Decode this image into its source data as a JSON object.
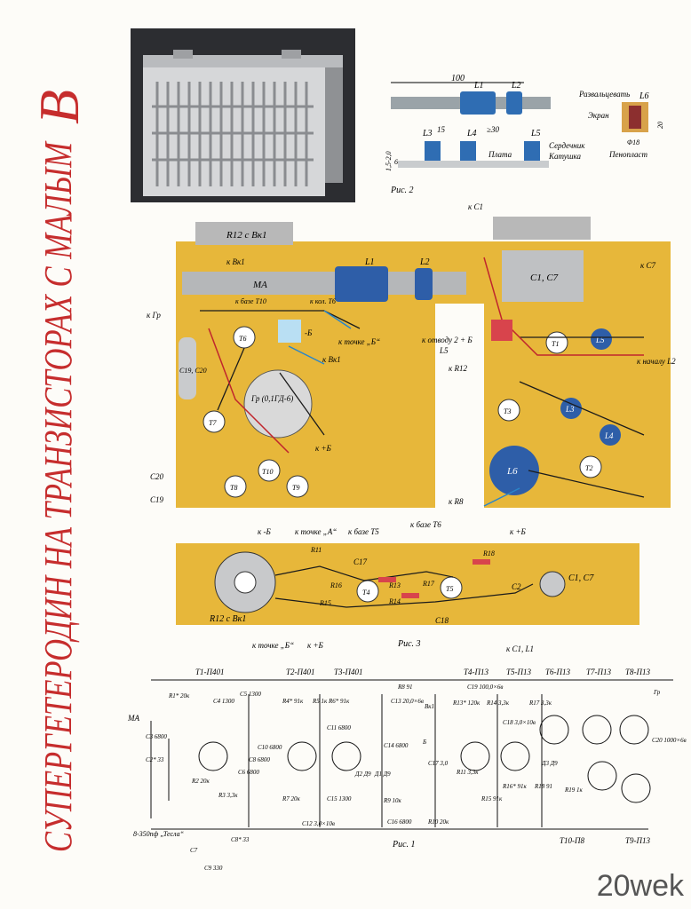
{
  "title": {
    "main": "СУПЕРГЕТЕРОДИН НА ТРАНЗИСТОРАХ С МАЛЫМ",
    "letter": "В"
  },
  "figures": {
    "fig1": "Рис. 1",
    "fig2": "Рис. 2",
    "fig3": "Рис. 3"
  },
  "fig2": {
    "dims": [
      "100",
      "15",
      "≥30",
      "1,5-2,0",
      "6",
      "20",
      "Φ18"
    ],
    "coils": [
      "L1",
      "L2",
      "L3",
      "L4",
      "L5",
      "L6"
    ],
    "labels": [
      "Сердечник",
      "Катушка",
      "Плата",
      "Развальцевать",
      "Экран",
      "Пенопласт"
    ]
  },
  "board1": {
    "parts": [
      "R12 с Вк1",
      "MA",
      "L1",
      "L2",
      "C1, C7",
      "C19, C20",
      "Гр (0,1ГД-6)",
      "L6",
      "L3",
      "L4",
      "L5",
      "Т1",
      "Т2",
      "Т3",
      "Т6",
      "Т7",
      "Т8",
      "Т9",
      "Т10"
    ],
    "leads": [
      "к C1",
      "к Вк1",
      "к C7",
      "к Гр",
      "к базе Т10",
      "к кол. Т6",
      "к точке „Б“",
      "-Б",
      "к Вк1",
      "к отводу 2 + Б",
      "L5",
      "к началу L2",
      "к R12",
      "к +Б",
      "к R8",
      "C20",
      "C19"
    ]
  },
  "board2": {
    "parts": [
      "R12 с Вк1",
      "C1, C7",
      "Т4",
      "Т5",
      "C17",
      "C18",
      "C2",
      "R11",
      "R13",
      "R14",
      "R15",
      "R16",
      "R17",
      "R18"
    ],
    "leads": [
      "к -Б",
      "к точке „А“",
      "к базе Т5",
      "к базе Т6",
      "к +Б",
      "к точке „Б“",
      "к +Б",
      "к C1, L1"
    ]
  },
  "fig1": {
    "transistors": [
      "Т1-П401",
      "Т2-П401",
      "Т3-П401",
      "Т4-П13",
      "Т5-П13",
      "Т6-П13",
      "Т7-П13",
      "Т8-П13",
      "Т10-П8",
      "Т9-П13"
    ],
    "components": [
      "R1* 20к",
      "C4 1300",
      "C5 1300",
      "R4* 91к",
      "R5 1к",
      "R6* 91к",
      "R8 91",
      "C13 20,0×6в",
      "C19 100,0×6в",
      "R13* 120к",
      "R14 3,3к",
      "C18 3,0×10в",
      "R17 3,3к",
      "C20 1000×6в",
      "C3 6800",
      "C2* 33",
      "R2 20к",
      "R3 3,3к",
      "C6 6800",
      "C8 6800",
      "C10 6800",
      "C11 6800",
      "R7 20к",
      "C15 1300",
      "C14 6800",
      "R9 10к",
      "C16 6800",
      "R10 20к",
      "R11 3,3к",
      "R15 91к",
      "R16* 91к",
      "R18 91",
      "R19 1к",
      "Д3 Д9",
      "Д2 Д9",
      "Д1 Д9",
      "C17 3,0",
      "C12 3,0×10в",
      "C7",
      "C8* 33",
      "C9 330",
      "Вк1",
      "Б",
      "Гр"
    ],
    "notes": [
      "MA",
      "8-350пф „Тесла“"
    ]
  },
  "watermark": "20wek"
}
